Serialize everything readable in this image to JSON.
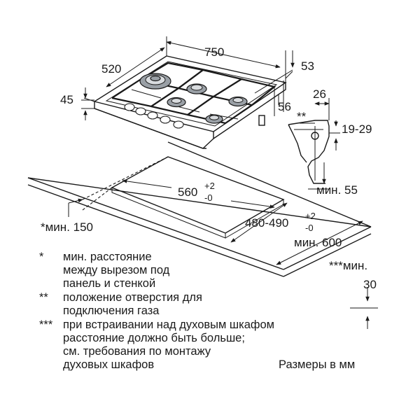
{
  "dimensions": {
    "width_750": "750",
    "depth_520": "520",
    "height_45": "45",
    "edge_53": "53",
    "glass_56": "56",
    "gas_offset_26": "26",
    "gas_height_19_29": "19-29",
    "cutout_width": "560",
    "cutout_width_tol_top": "+2",
    "cutout_width_tol_bottom": "-0",
    "cutout_depth": "480-490",
    "cutout_depth_tol_top": "+2",
    "cutout_depth_tol_bottom": "-0",
    "min_55": "мин. 55",
    "min_150": "*мин. 150",
    "min_600": "мин. 600",
    "min_30_label": "***мин.",
    "min_30_value": "30",
    "gas_marker": "**"
  },
  "notes": [
    {
      "marker": "*",
      "lines": [
        "мин. расстояние",
        "между вырезом под",
        "панель и стенкой"
      ]
    },
    {
      "marker": "**",
      "lines": [
        "положение отверстия для",
        "подключения газа"
      ]
    },
    {
      "marker": "***",
      "lines": [
        "при встраивании над духовым шкафом",
        "расстояние должно быть больше;",
        "см. требования по монтажу",
        "духовых шкафов"
      ]
    }
  ],
  "units_note": "Размеры в мм"
}
